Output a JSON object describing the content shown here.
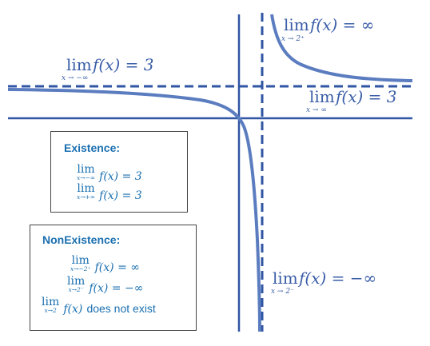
{
  "labels": {
    "top_right": {
      "lim": "lim",
      "sub": "x → 2⁺",
      "expr": "f(x) = ∞"
    },
    "left": {
      "lim": "lim",
      "sub": "x → −∞",
      "expr": "f(x) = 3"
    },
    "right": {
      "lim": "lim",
      "sub": "x → ∞",
      "expr": "f(x) = 3"
    },
    "bottom_right": {
      "lim": "lim",
      "sub": "x → 2⁻",
      "expr": "f(x) = −∞"
    }
  },
  "existence": {
    "title": "Existence:",
    "rows": [
      {
        "lim": "lim",
        "sub": "x→−∞",
        "expr": "f(x) = 3"
      },
      {
        "lim": "lim",
        "sub": "x→+∞",
        "expr": "f(x) = 3"
      }
    ]
  },
  "nonexistence": {
    "title": "NonExistence:",
    "rows": [
      {
        "lim": "lim",
        "sub": "x→−2⁺",
        "expr": "f(x) = ∞"
      },
      {
        "lim": "lim",
        "sub": "x→2⁻",
        "expr": "f(x) = −∞"
      },
      {
        "lim": "lim",
        "sub": "x→2",
        "expr": "f(x)",
        "tail": "does not exist"
      }
    ]
  },
  "colors": {
    "line": "#2f55a3",
    "curve": "#5b7dc0",
    "label": "#3a5ea8",
    "box_text": "#1a6fb0"
  }
}
